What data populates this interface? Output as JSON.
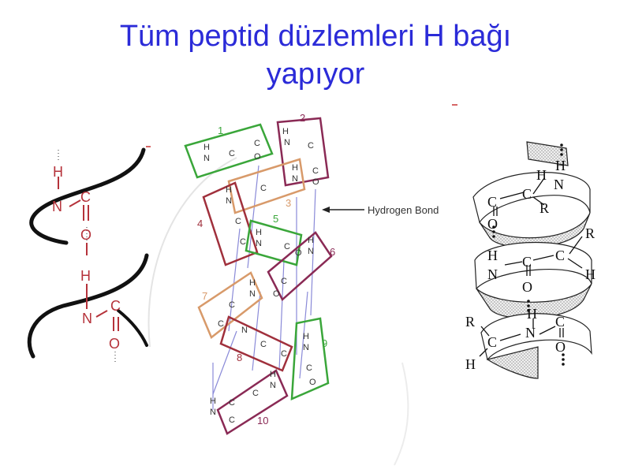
{
  "slide": {
    "title_line1": "Tüm peptid düzlemleri H bağı",
    "title_line2": "yapıyor"
  },
  "left_diagram": {
    "H1": "H",
    "N1": "N",
    "C1": "C",
    "O1": "O",
    "H2": "H",
    "N2": "N",
    "C2": "C",
    "O2": "O"
  },
  "middle_diagram": {
    "hydrogen_bond_label": "Hydrogen Bond",
    "units": [
      {
        "number": "1",
        "color": "#3aa63a"
      },
      {
        "number": "2",
        "color": "#8a2a55"
      },
      {
        "number": "3",
        "color": "#d89a6a"
      },
      {
        "number": "4",
        "color": "#a0303c"
      },
      {
        "number": "5",
        "color": "#3aa63a"
      },
      {
        "number": "6",
        "color": "#8a2a55"
      },
      {
        "number": "7",
        "color": "#d89a6a"
      },
      {
        "number": "8",
        "color": "#a0303c"
      },
      {
        "number": "9",
        "color": "#3aa63a"
      },
      {
        "number": "10",
        "color": "#8a2a55"
      }
    ]
  },
  "right_diagram": {
    "labels": [
      {
        "id": "h-top-1",
        "text": "H"
      },
      {
        "id": "h-top-2",
        "text": "H"
      },
      {
        "id": "n-top",
        "text": "N"
      },
      {
        "id": "c-top",
        "text": "C"
      },
      {
        "id": "c-left-top",
        "text": "C"
      },
      {
        "id": "o-left-top",
        "text": "O"
      },
      {
        "id": "r-top",
        "text": "R"
      },
      {
        "id": "r-right",
        "text": "R"
      },
      {
        "id": "h-mid",
        "text": "H"
      },
      {
        "id": "n-mid",
        "text": "N"
      },
      {
        "id": "c-mid",
        "text": "C"
      },
      {
        "id": "c-right-mid",
        "text": "C"
      },
      {
        "id": "h-right",
        "text": "H"
      },
      {
        "id": "o-mid",
        "text": "O"
      },
      {
        "id": "h-low",
        "text": "H"
      },
      {
        "id": "r-low",
        "text": "R"
      },
      {
        "id": "n-low",
        "text": "N"
      },
      {
        "id": "c-low-right",
        "text": "C"
      },
      {
        "id": "c-low-left",
        "text": "C"
      },
      {
        "id": "o-low",
        "text": "O"
      },
      {
        "id": "h-bottom",
        "text": "H"
      }
    ]
  }
}
